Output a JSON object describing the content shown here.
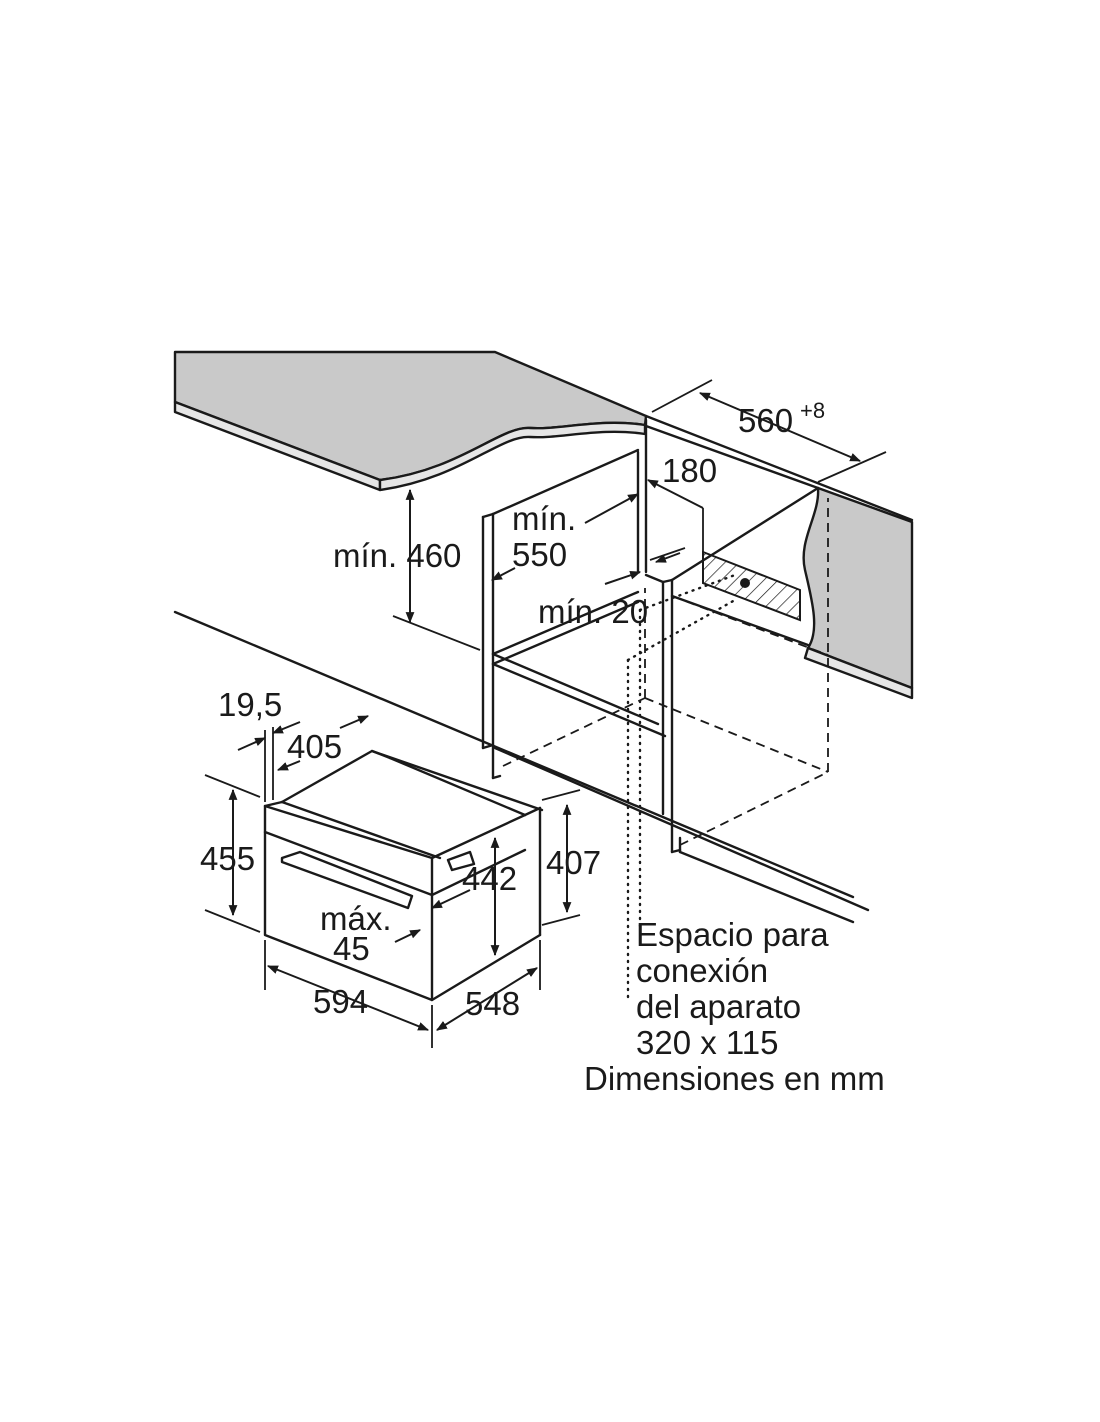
{
  "labels": {
    "width_top": "560",
    "width_top_tolerance": "+8",
    "depth_socket": "180",
    "min_550_line1": "mín.",
    "min_550_line2": "550",
    "min_460": "mín. 460",
    "min_20": "mín. 20",
    "front_thickness": "19,5",
    "top_depth": "405",
    "total_height": "455",
    "inner_height": "442",
    "body_height": "407",
    "max_45_line1": "máx.",
    "max_45_line2": "45",
    "total_width": "594",
    "total_depth": "548"
  },
  "note": {
    "line1": "Espacio para",
    "line2": "conexión",
    "line3": "del aparato",
    "line4": "320 x 115",
    "line5": "Dimensiones en mm"
  }
}
